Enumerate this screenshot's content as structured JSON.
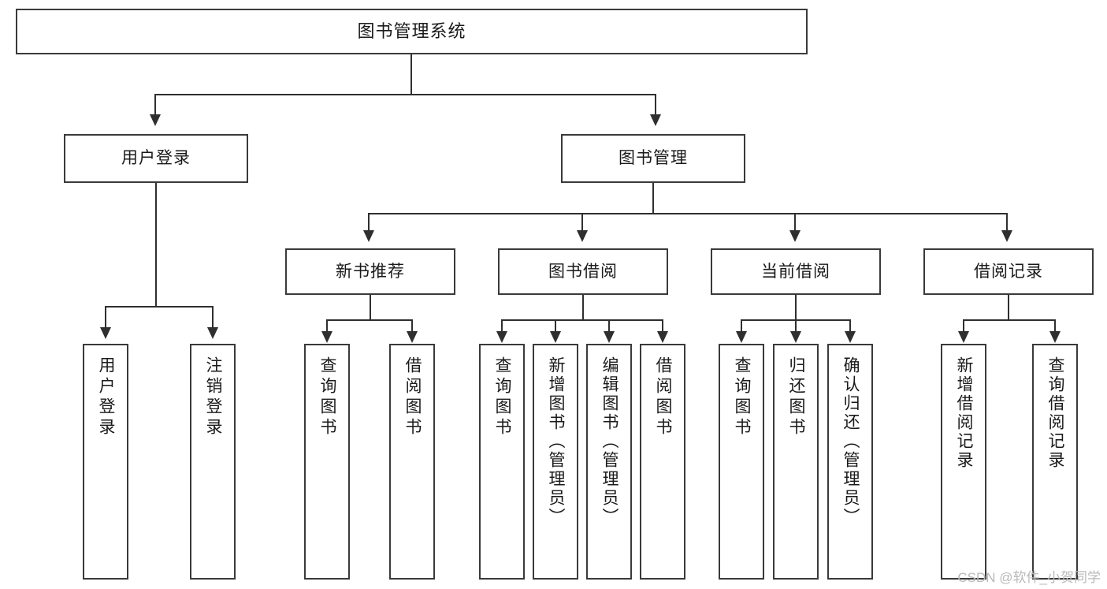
{
  "diagram": {
    "title": "图书管理系统",
    "root": {
      "label": "图书管理系统"
    },
    "level2": [
      {
        "label": "用户登录"
      },
      {
        "label": "图书管理"
      }
    ],
    "level3": [
      {
        "label": "新书推荐"
      },
      {
        "label": "图书借阅"
      },
      {
        "label": "当前借阅"
      },
      {
        "label": "借阅记录"
      }
    ],
    "leaves": {
      "user_login": [
        {
          "label": "用户登录"
        },
        {
          "label": "注销登录"
        }
      ],
      "new_book": [
        {
          "label": "查询图书"
        },
        {
          "label": "借阅图书"
        }
      ],
      "book_borrow": [
        {
          "label": "查询图书"
        },
        {
          "label": "新增图书（管理员）"
        },
        {
          "label": "编辑图书（管理员）"
        },
        {
          "label": "借阅图书"
        }
      ],
      "current_borrow": [
        {
          "label": "查询图书"
        },
        {
          "label": "归还图书"
        },
        {
          "label": "确认归还（管理员）"
        }
      ],
      "borrow_record": [
        {
          "label": "新增借阅记录"
        },
        {
          "label": "查询借阅记录"
        }
      ]
    },
    "watermark": "CSDN @软件_小贺同学",
    "colors": {
      "border": "#3a3a3a",
      "connector": "#2f2f2f",
      "text": "#1a1a1a",
      "background": "#ffffff",
      "watermark": "#b9b9b9"
    }
  }
}
